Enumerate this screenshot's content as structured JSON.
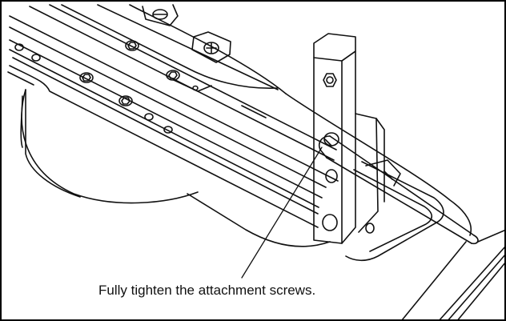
{
  "caption": {
    "text": "Fully tighten the attachment screws."
  },
  "parts": [
    "long-rail",
    "base-plate",
    "round-body",
    "upright-post",
    "hex-key",
    "attachment-screw"
  ],
  "colors": {
    "line": "#111111",
    "background": "#ffffff",
    "frame": "#000000"
  }
}
